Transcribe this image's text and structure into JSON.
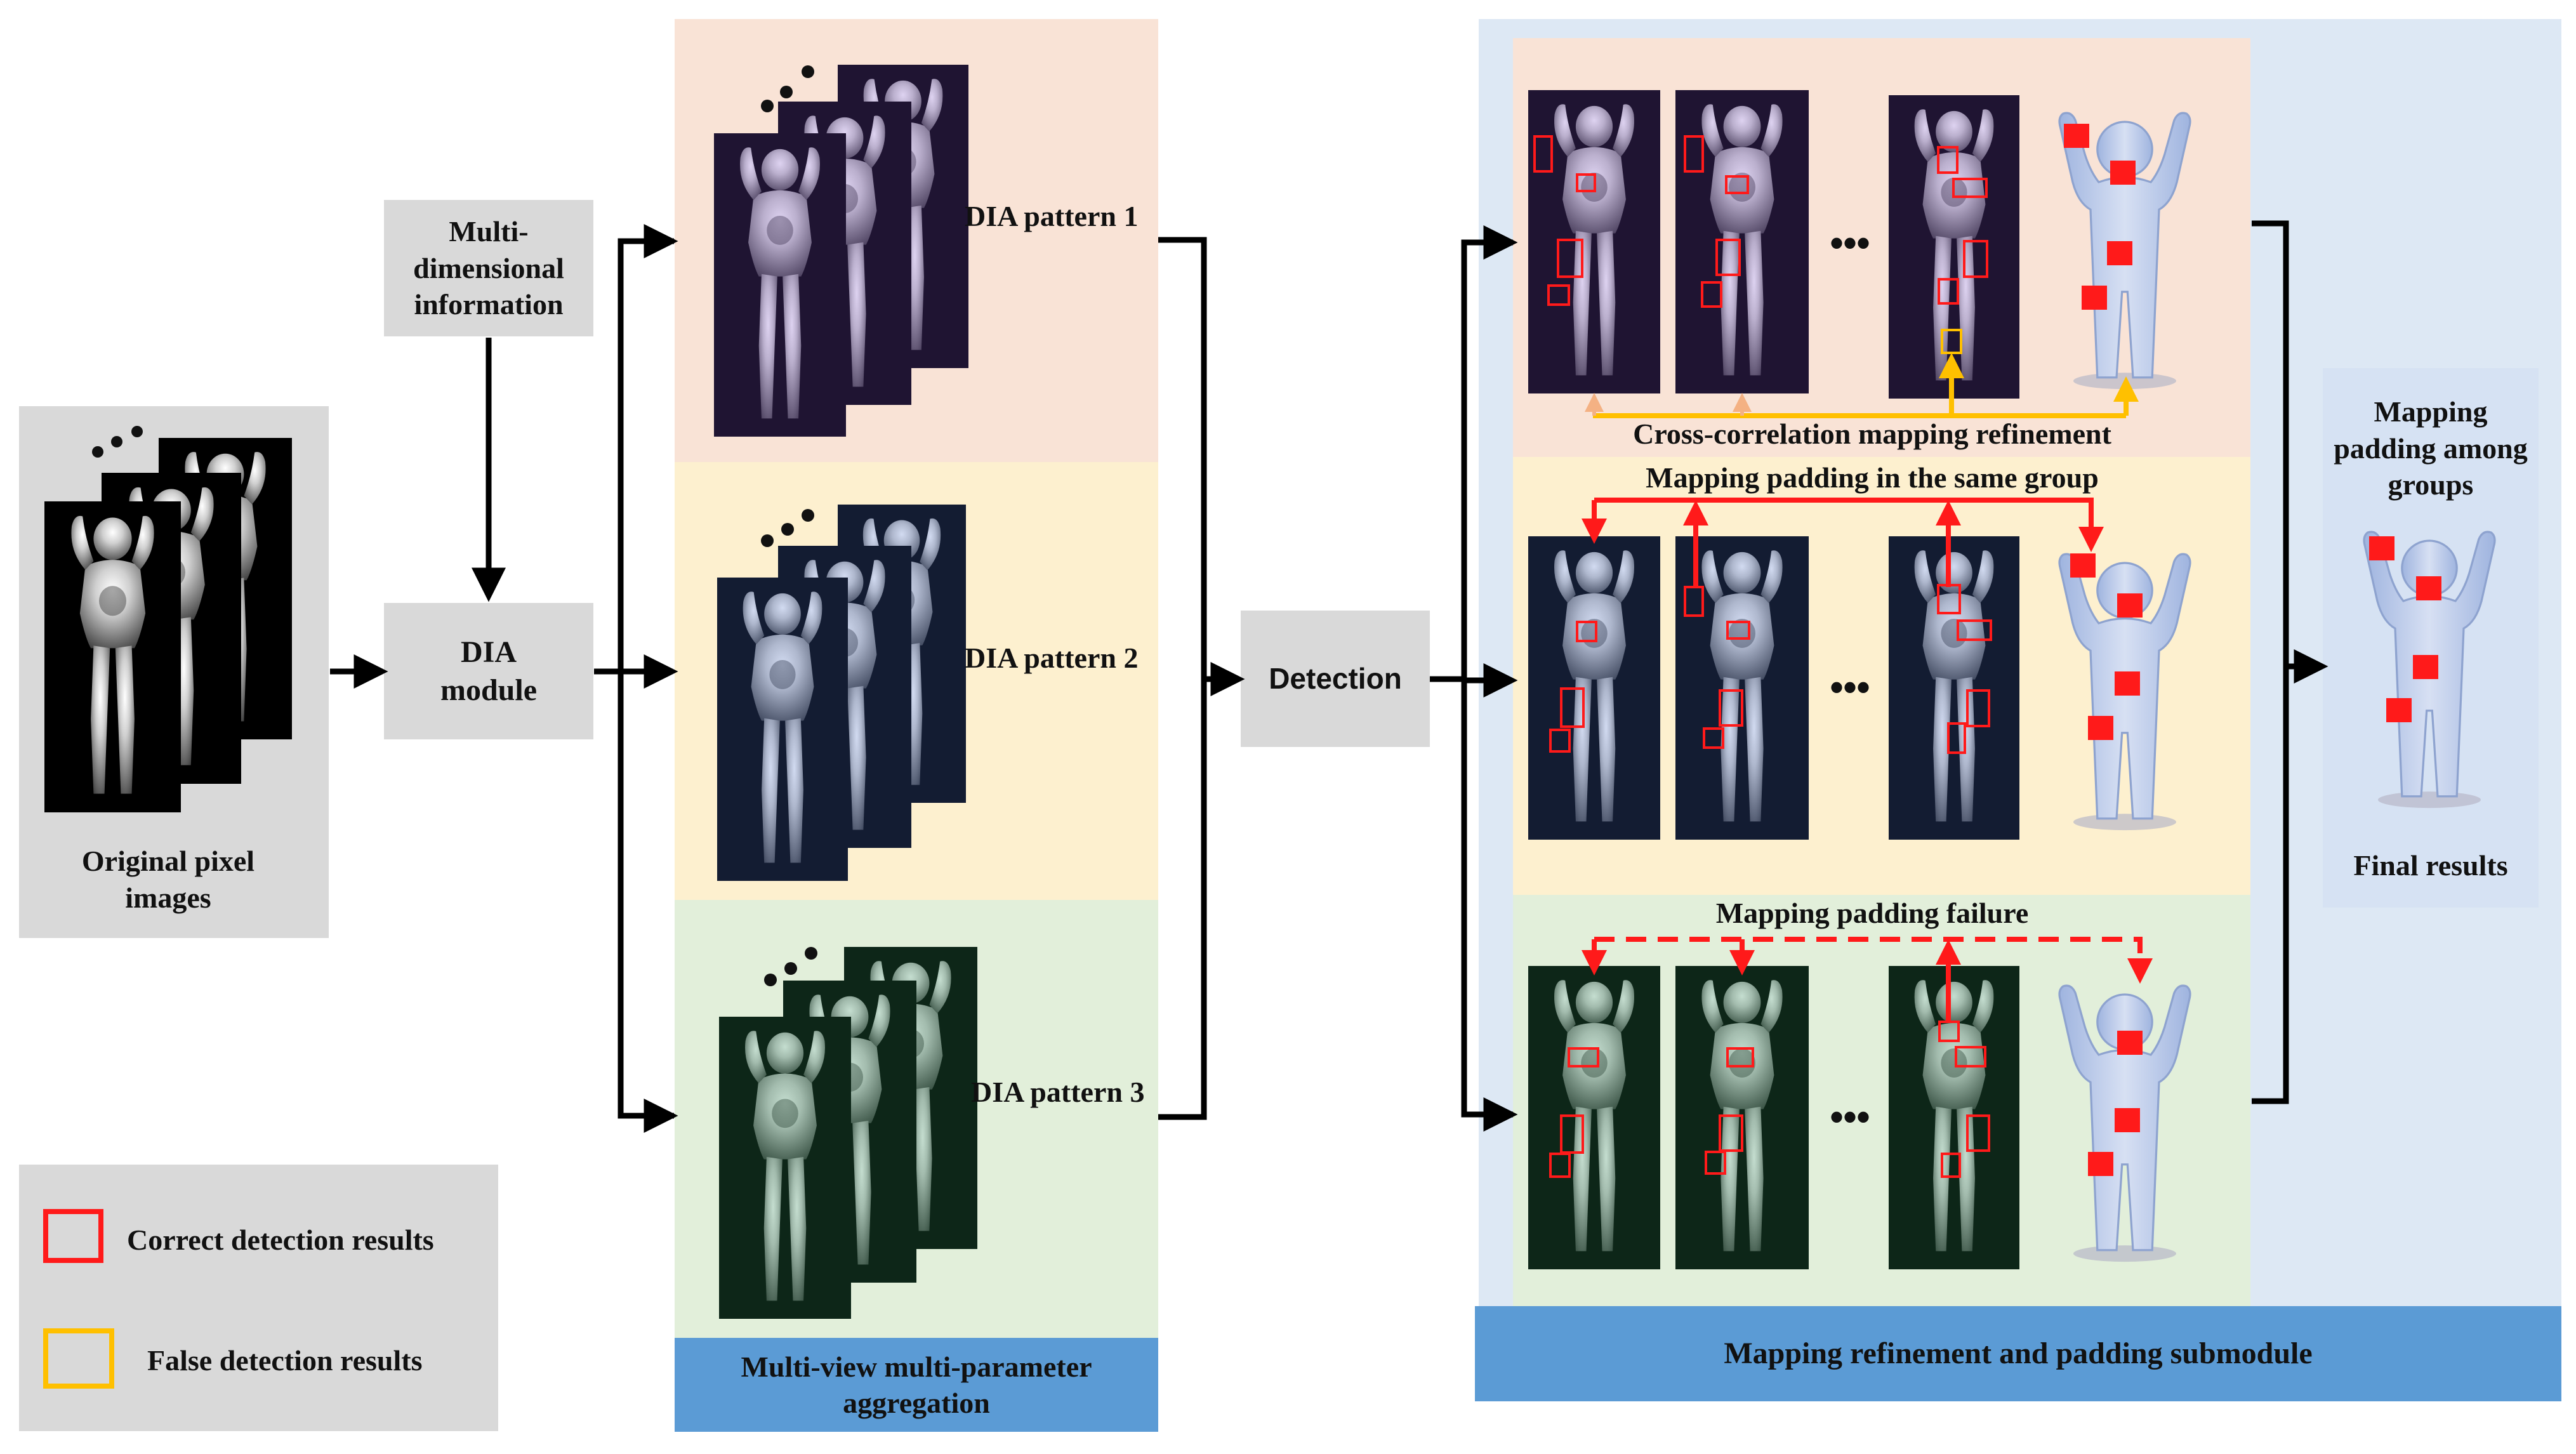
{
  "input": {
    "label": "Original pixel images"
  },
  "multi_info": {
    "label_lines": [
      "Multi-",
      "dimensional",
      "information"
    ]
  },
  "dia_module": {
    "label_lines": [
      "DIA",
      "module"
    ]
  },
  "patterns": [
    {
      "label": "DIA pattern 1",
      "tint": "#c9b4f0",
      "bg": "#f9e3d6"
    },
    {
      "label": "DIA pattern 2",
      "tint": "#c4d4ee",
      "bg": "#fdf0cf"
    },
    {
      "label": "DIA pattern 3",
      "tint": "#c8e8d2",
      "bg": "#e2efda"
    }
  ],
  "aggregation": {
    "label_lines": [
      "Multi-view multi-parameter",
      "aggregation"
    ]
  },
  "detection": {
    "label": "Detection"
  },
  "refinement": {
    "row1_caption": "Cross-correlation mapping refinement",
    "row2_caption": "Mapping padding in the same group",
    "row3_caption": "Mapping padding failure",
    "ellipsis": "•••",
    "banner": "Mapping refinement and padding submodule"
  },
  "final": {
    "header_lines": [
      "Mapping",
      "padding among",
      "groups"
    ],
    "label": "Final results"
  },
  "legend": {
    "correct": "Correct detection results",
    "false": "False detection results"
  },
  "colors": {
    "correct": "#ff1a1a",
    "false": "#ffc000",
    "banner": "#5b9bd5",
    "right_panel": "#dde8f4",
    "gray_box": "#d9d9d9",
    "row1_bg": "#f9e3d6",
    "row2_bg": "#fdf0cf",
    "row3_bg": "#e2efda"
  }
}
